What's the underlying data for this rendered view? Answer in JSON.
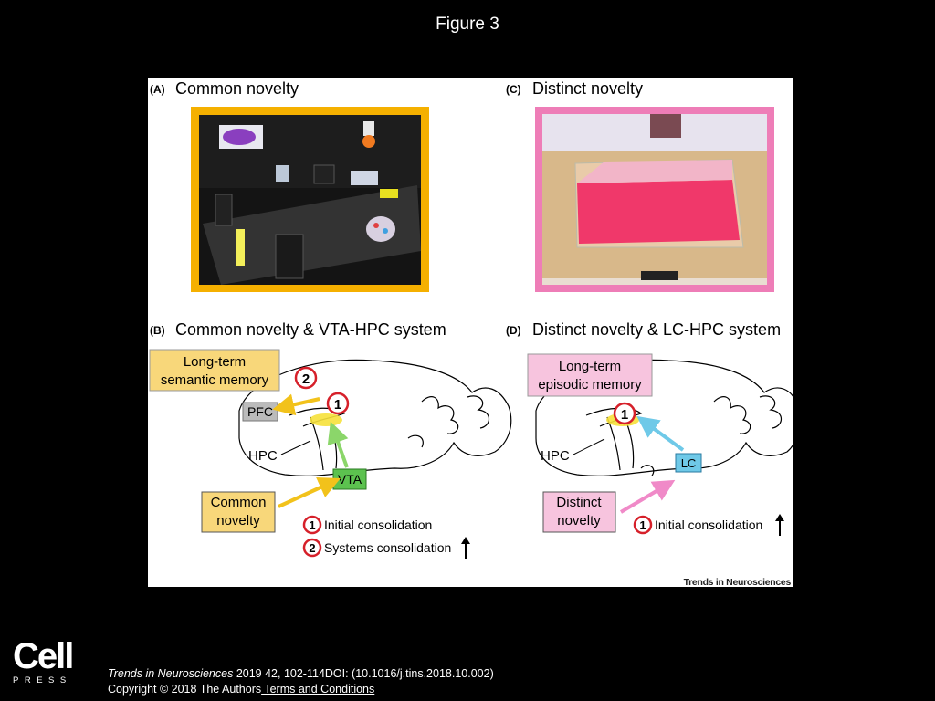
{
  "slide": {
    "title": "Figure 3"
  },
  "figure": {
    "panel_a": {
      "letter": "(A)",
      "title": "Common novelty"
    },
    "panel_b": {
      "letter": "(B)",
      "title": "Common novelty & VTA-HPC system",
      "memory_box_line1": "Long-term",
      "memory_box_line2": "semantic memory",
      "pfc": "PFC",
      "hpc": "HPC",
      "vta": "VTA",
      "novelty_line1": "Common",
      "novelty_line2": "novelty",
      "legend": [
        {
          "num": "1",
          "text": "Initial consolidation"
        },
        {
          "num": "2",
          "text": "Systems consolidation"
        }
      ]
    },
    "panel_c": {
      "letter": "(C)",
      "title": "Distinct novelty"
    },
    "panel_d": {
      "letter": "(D)",
      "title": "Distinct novelty & LC-HPC system",
      "memory_box_line1": "Long-term",
      "memory_box_line2": "episodic memory",
      "hpc": "HPC",
      "lc": "LC",
      "novelty_line1": "Distinct",
      "novelty_line2": "novelty",
      "legend": [
        {
          "num": "1",
          "text": "Initial consolidation"
        }
      ]
    },
    "journal_watermark": "Trends in Neurosciences"
  },
  "footer": {
    "journal": "Trends in Neurosciences",
    "citation": " 2019 42, 102-114DOI: (10.1016/j.tins.2018.10.002)",
    "copyright": "Copyright © 2018 The Authors",
    "terms_link": " Terms and Conditions"
  },
  "logo": {
    "cell": "Cell",
    "press": "PRESS"
  },
  "colors": {
    "yellow_frame": "#F5B000",
    "pink_frame": "#EE7DB7",
    "yellow_box": "#F8D77A",
    "pink_box": "#F7C4DE",
    "vta_green": "#5CC24F",
    "lc_blue": "#6FC9E8",
    "arrow_yellow": "#F2C21B",
    "arrow_green": "#8BD66A",
    "arrow_blue": "#6FC9E8",
    "arrow_pink": "#F08AC8",
    "marker_red": "#D6202A"
  }
}
